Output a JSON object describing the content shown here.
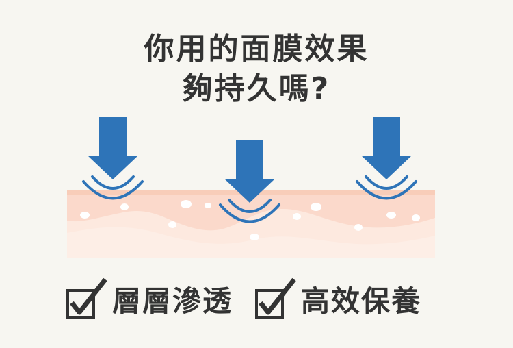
{
  "title": {
    "line1": "你用的面膜效果",
    "line2": "夠持久嗎?"
  },
  "features": [
    {
      "label": "層層滲透",
      "icon": "checkbox-checked-icon"
    },
    {
      "label": "高效保養",
      "icon": "checkbox-checked-icon"
    }
  ],
  "colors": {
    "background": "#f7f6f1",
    "text": "#333333",
    "arrow": "#2e74b8",
    "skin_top": "#fbd9cb",
    "skin_bottom": "#fde9df",
    "skin_wave": "#fbe1d4",
    "bubble": "#ffffff"
  },
  "icons": [
    "arrow-down-icon",
    "ripple-icon",
    "checkbox-checked-icon"
  ]
}
